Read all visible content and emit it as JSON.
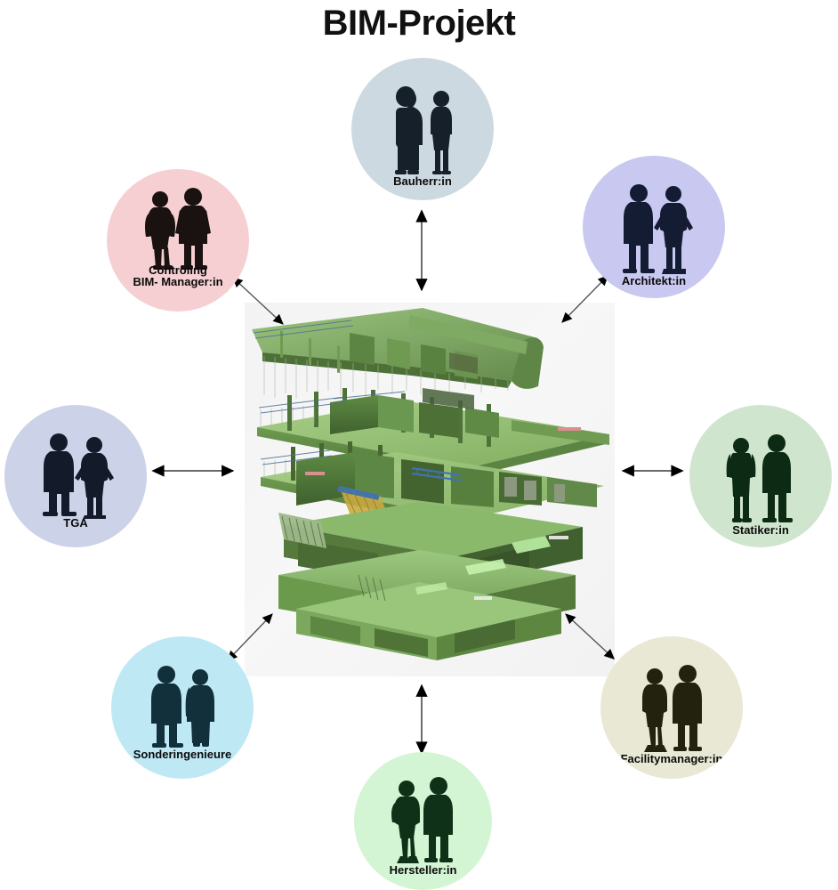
{
  "page": {
    "title": "BIM-Projekt",
    "background_color": "#ffffff"
  },
  "center": {
    "name": "bim-building-model",
    "description": "Exploded axonometric 3D BIM building model",
    "panel_color": "#f4f4f4",
    "model_colors": {
      "primary_green": "#8fbe6d",
      "mid_green": "#6f9b52",
      "dark_green": "#4e7038",
      "shadow_green": "#3d5a2c",
      "accent_blue": "#3c6fa0",
      "accent_red": "#d96b6b",
      "accent_yellow": "#d8c04a",
      "accent_gray": "#8a8a8a"
    }
  },
  "nodes": [
    {
      "id": "bauherr",
      "label": "Bauherr:in",
      "color": "#cdd9e0",
      "silhouette_color": "#16202b",
      "icon": "two-people-silhouette-icon",
      "position": "top"
    },
    {
      "id": "architekt",
      "label": "Architekt:in",
      "color": "#c8c8f0",
      "silhouette_color": "#141c33",
      "icon": "two-people-silhouette-icon",
      "position": "top-right"
    },
    {
      "id": "statiker",
      "label": "Statiker:in",
      "color": "#cfe5cd",
      "silhouette_color": "#0d2a14",
      "icon": "two-people-silhouette-icon",
      "position": "right"
    },
    {
      "id": "facilitymanager",
      "label": "Facilitymanager:in",
      "color": "#e8e8d5",
      "silhouette_color": "#23220f",
      "icon": "two-people-silhouette-icon",
      "position": "bottom-right"
    },
    {
      "id": "hersteller",
      "label": "Hersteller:in",
      "color": "#d4f5d4",
      "silhouette_color": "#0f3118",
      "icon": "two-people-silhouette-icon",
      "position": "bottom"
    },
    {
      "id": "sonderingenieure",
      "label": "Sonderingenieure",
      "color": "#bfe8f5",
      "silhouette_color": "#12303c",
      "icon": "two-people-silhouette-icon",
      "position": "bottom-left"
    },
    {
      "id": "tga",
      "label": "TGA",
      "color": "#ccd2e8",
      "silhouette_color": "#131a2a",
      "icon": "two-people-silhouette-icon",
      "position": "left"
    },
    {
      "id": "controling",
      "label": "Controling\nBIM- Manager:in",
      "color": "#f6cfd3",
      "silhouette_color": "#1a1210",
      "icon": "two-people-silhouette-icon",
      "position": "top-left"
    }
  ],
  "connectors": {
    "style": "double-headed-arrow",
    "line_color": "#555555",
    "head_color": "#000000",
    "count": 8
  }
}
